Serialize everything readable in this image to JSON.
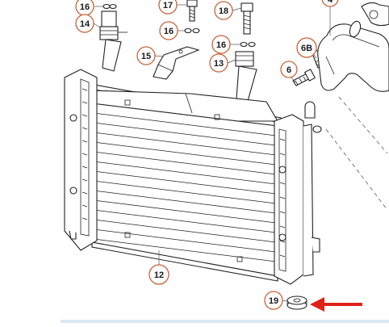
{
  "callouts": {
    "p16a": "16",
    "p14": "14",
    "p17": "17",
    "p18": "18",
    "p4": "4",
    "p16b": "16",
    "p15": "15",
    "p16c": "16",
    "p6b": "6B",
    "p13": "13",
    "p6": "6",
    "p12": "12",
    "p19": "19"
  },
  "colors": {
    "callout_ring": "#c9633a",
    "indicator_arrow": "#e0201b",
    "line": "#222222"
  },
  "indicator": {
    "target": "19",
    "icon": "red-arrow-left-icon"
  }
}
